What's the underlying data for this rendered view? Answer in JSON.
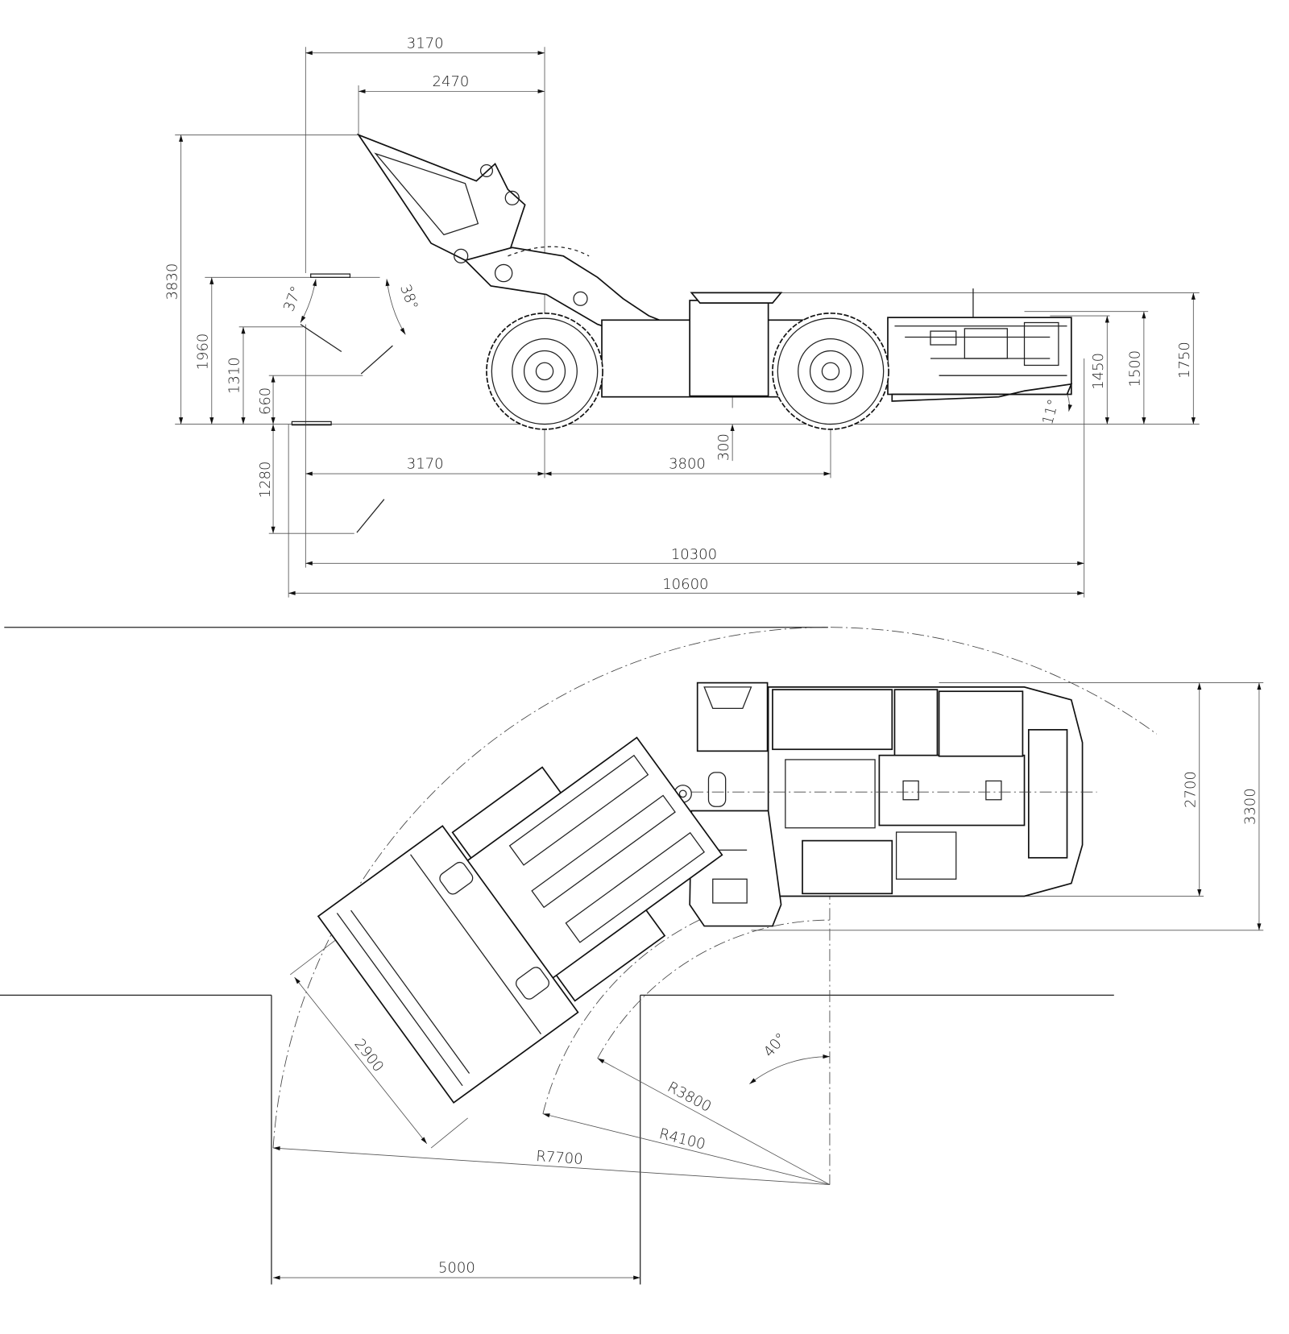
{
  "side_view": {
    "dims": {
      "reach_top": "3170",
      "reach_dump": "2470",
      "height_raised": "3830",
      "height_1960": "1960",
      "height_1310": "1310",
      "height_660": "660",
      "dig_depth": "1280",
      "angle_37": "37°",
      "angle_38": "38°",
      "front_axle": "3170",
      "wheelbase": "3800",
      "ground_clearance": "300",
      "length_10300": "10300",
      "length_10600": "10600",
      "height_1450": "1450",
      "height_1500": "1500",
      "height_1750": "1750",
      "departure_angle": "11°"
    }
  },
  "plan_view": {
    "dims": {
      "width_2700": "2700",
      "width_3300": "3300",
      "bucket_width": "2900",
      "radius_inner": "R3800",
      "radius_mid": "R4100",
      "radius_outer": "R7700",
      "articulation_angle": "40°",
      "aisle_width": "5000"
    }
  }
}
